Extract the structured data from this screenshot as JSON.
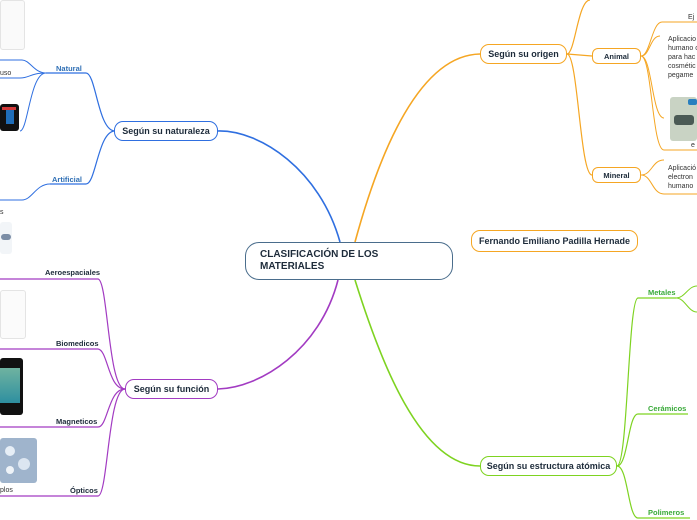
{
  "central": {
    "title": "CLASIFICACIÓN DE LOS MATERIALES"
  },
  "branches": {
    "naturaleza": {
      "label": "Según su naturaleza",
      "children": [
        "Natural",
        "Artificial"
      ]
    },
    "funcion": {
      "label": "Según su función",
      "children": [
        "Aeroespaciales",
        "Biomedicos",
        "Magneticos",
        "Ópticos"
      ]
    },
    "origen": {
      "label": "Según su origen",
      "children": [
        "Animal",
        "Mineral"
      ]
    },
    "estructura": {
      "label": "Según su estructura atómica",
      "children": [
        "Metales",
        "Cerámicos",
        "Polimeros"
      ]
    }
  },
  "author": "Fernando Emiliano Padilla Hernade",
  "notes": {
    "uso": "uso",
    "s": "s",
    "plos": "plos",
    "ej": "Ej",
    "animal_lines": [
      "Aplicacio",
      "humano o",
      "para hac",
      "cosmétic",
      "pegame"
    ],
    "e": "e",
    "mineral_lines": [
      "Aplicació",
      "electron",
      "humano"
    ]
  },
  "colors": {
    "naturaleza": "#2f6fe0",
    "funcion": "#a23bc2",
    "origen": "#f5a623",
    "estructura": "#7ed321",
    "central": "#4a6d8c"
  }
}
